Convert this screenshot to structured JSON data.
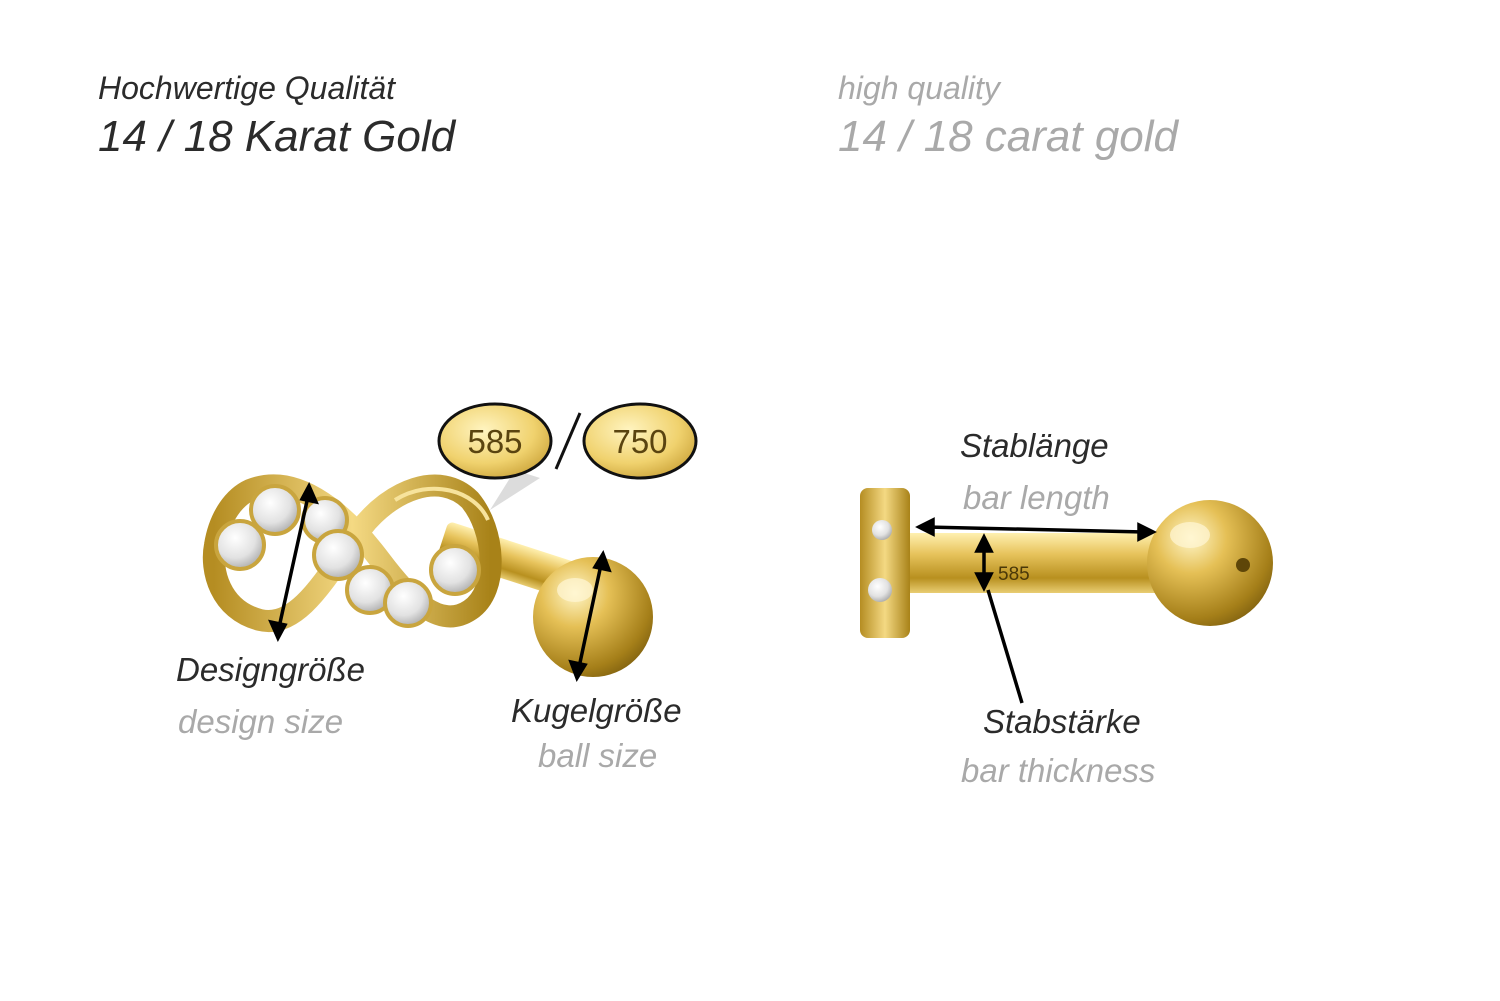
{
  "header": {
    "de_subtitle": "Hochwertige Qualität",
    "de_title": "14 / 18 Karat Gold",
    "en_subtitle": "high quality",
    "en_title": "14 / 18 carat gold"
  },
  "hallmarks": {
    "left": "585",
    "right": "750",
    "engraving": "585"
  },
  "labels": {
    "design_size_de": "Designgröße",
    "design_size_en": "design size",
    "ball_size_de": "Kugelgröße",
    "ball_size_en": "ball size",
    "bar_length_de": "Stablänge",
    "bar_length_en": "bar length",
    "bar_thickness_de": "Stabstärke",
    "bar_thickness_en": "bar thickness"
  },
  "colors": {
    "gold_light": "#f7df8a",
    "gold_mid": "#d8b142",
    "gold_dark": "#9c7a1c",
    "stone": "#e6e6e6",
    "text_dark": "#2b2b2b",
    "text_light": "#a9a9a9"
  }
}
